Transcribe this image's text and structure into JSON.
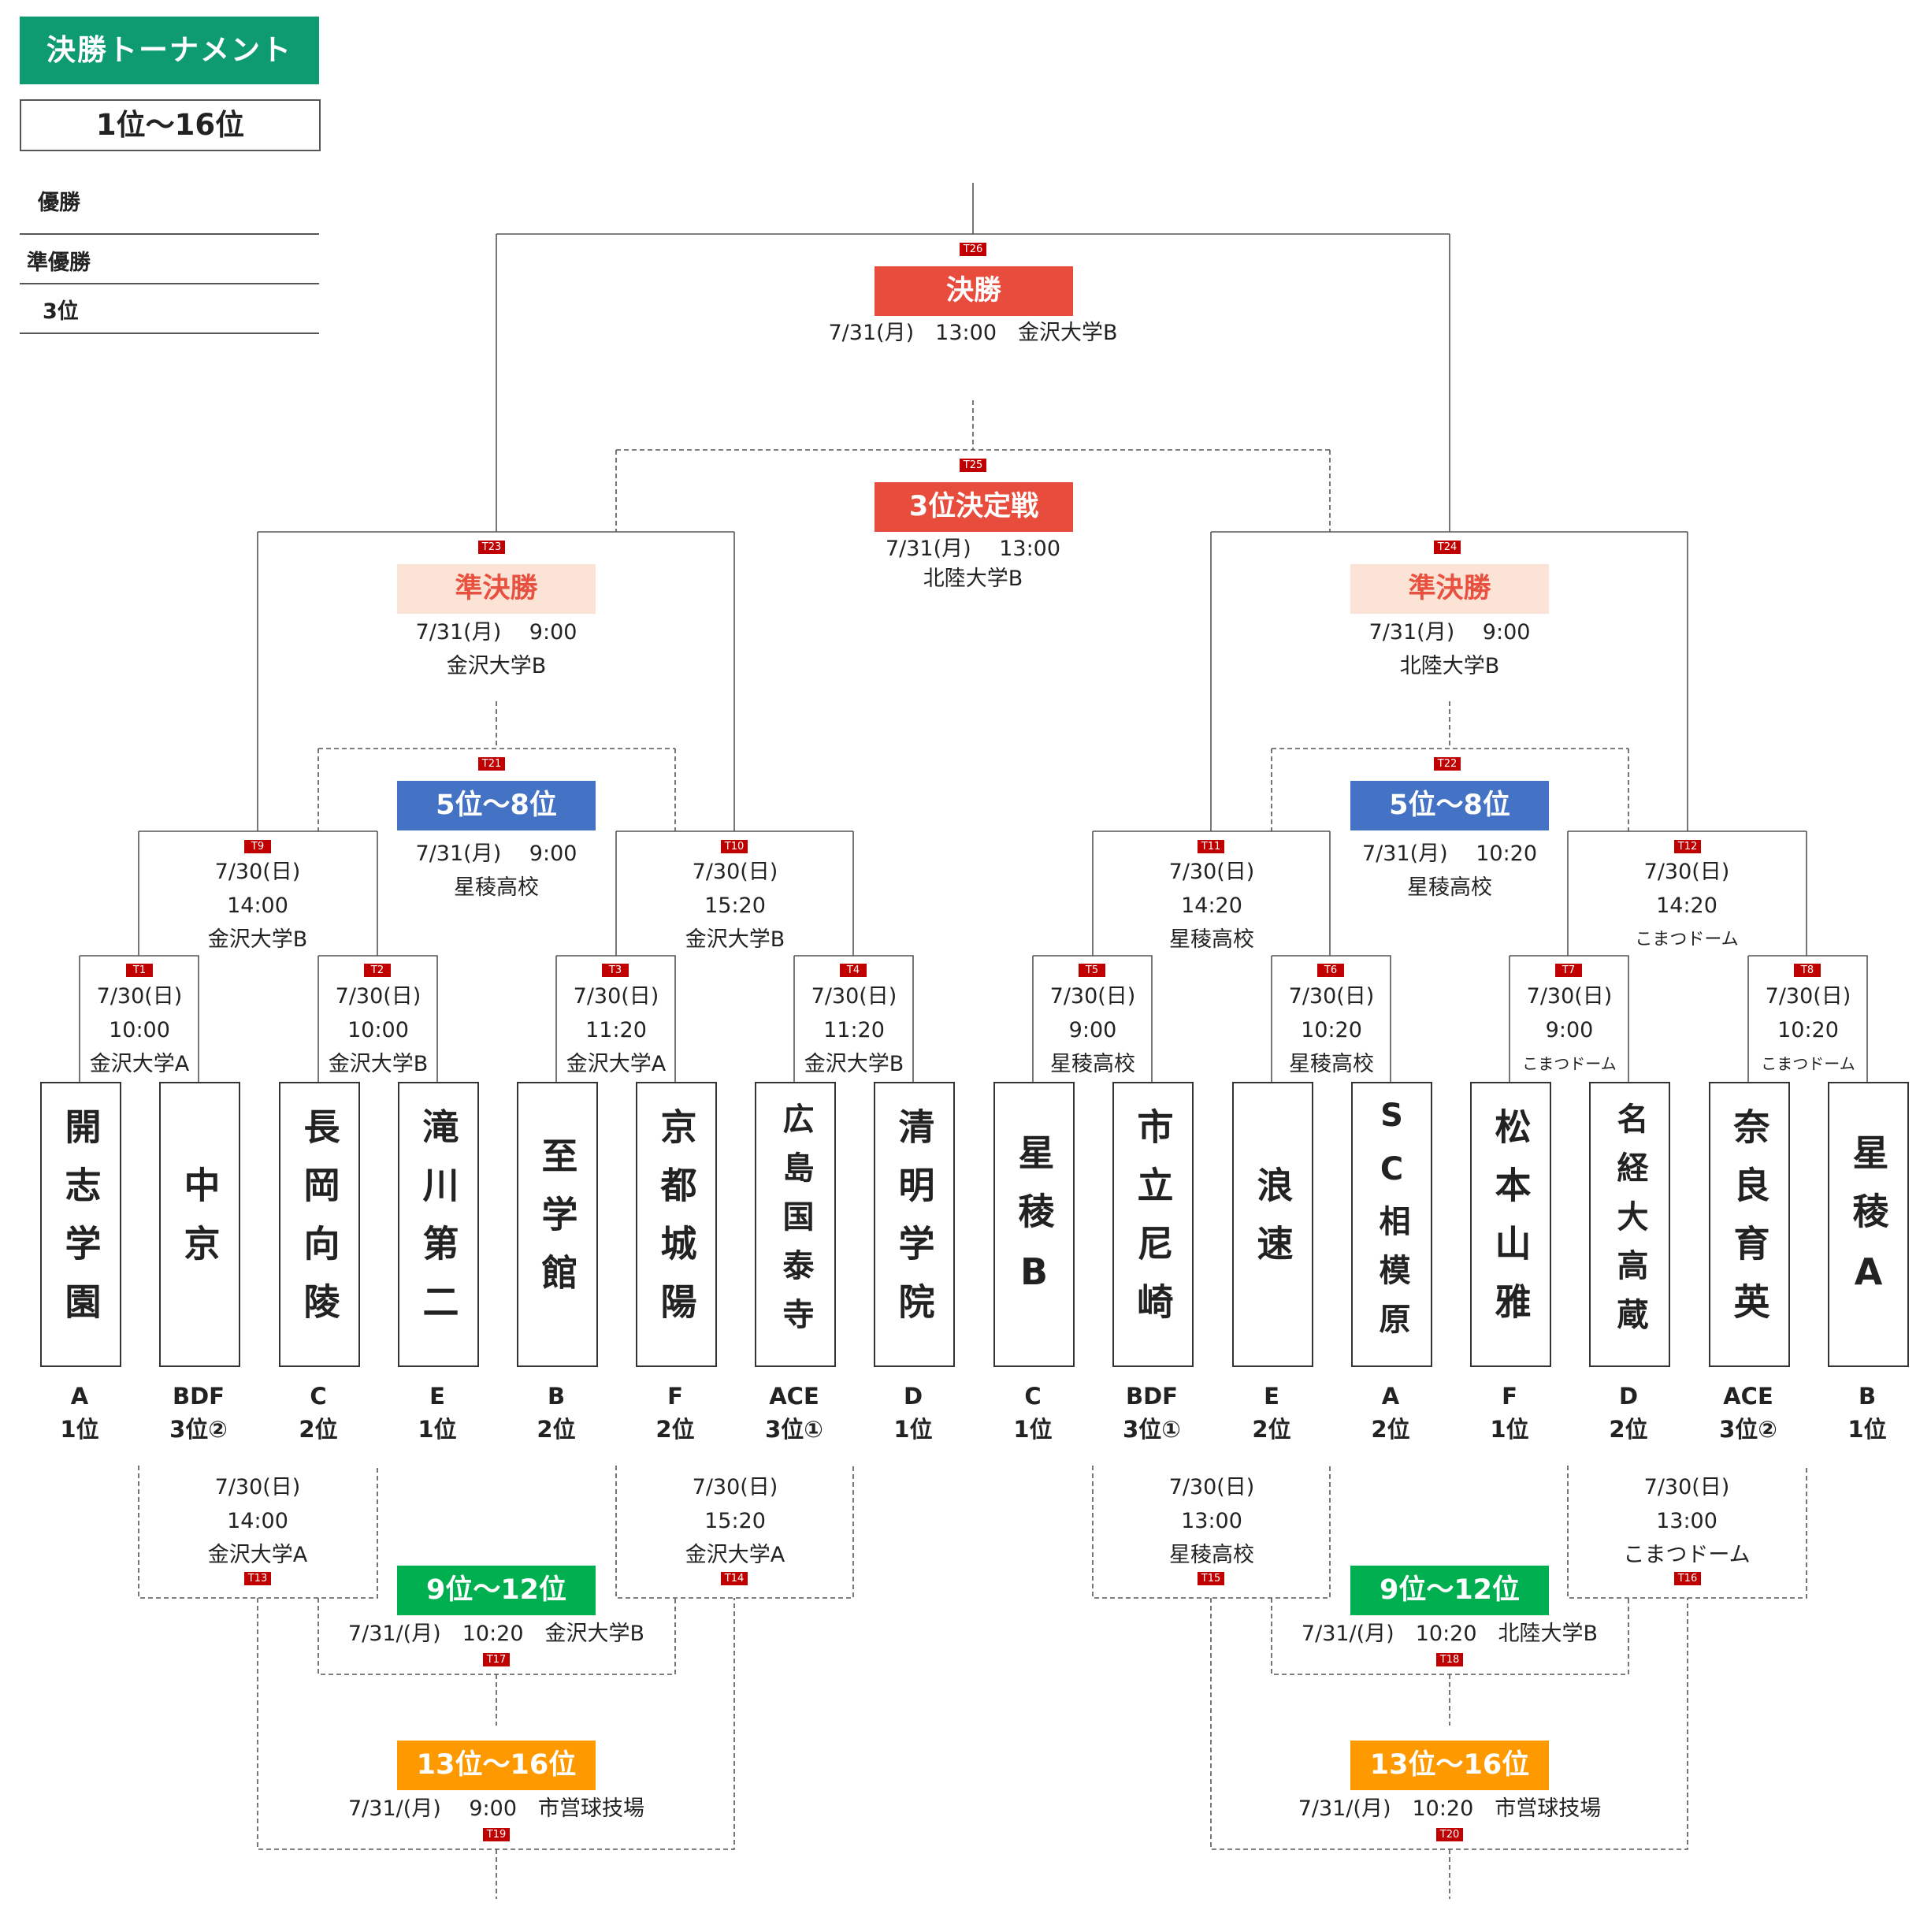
{
  "header": {
    "title": "決勝トーナメント",
    "range": "1位〜16位"
  },
  "results": {
    "first": "優勝",
    "second": "準優勝",
    "third": "3位"
  },
  "colors": {
    "final": "#e84c3d",
    "semifinal_bg": "#fbe3d6",
    "fifth": "#4472c4",
    "ninth": "#00b050",
    "thirteenth": "#ff9900",
    "tag": "#c00000",
    "header": "#0f9b72"
  },
  "teams": [
    {
      "name": "開志学園",
      "seed_group": "A",
      "seed_rank": "1位"
    },
    {
      "name": "中京",
      "seed_group": "BDF",
      "seed_rank": "3位②"
    },
    {
      "name": "長岡向陵",
      "seed_group": "C",
      "seed_rank": "2位"
    },
    {
      "name": "滝川第二",
      "seed_group": "E",
      "seed_rank": "1位"
    },
    {
      "name": "至学館",
      "seed_group": "B",
      "seed_rank": "2位"
    },
    {
      "name": "京都城陽",
      "seed_group": "F",
      "seed_rank": "2位"
    },
    {
      "name": "広島国泰寺",
      "seed_group": "ACE",
      "seed_rank": "3位①"
    },
    {
      "name": "清明学院",
      "seed_group": "D",
      "seed_rank": "1位"
    },
    {
      "name": "星稜B",
      "seed_group": "C",
      "seed_rank": "1位"
    },
    {
      "name": "市立尼崎",
      "seed_group": "BDF",
      "seed_rank": "3位①"
    },
    {
      "name": "浪速",
      "seed_group": "E",
      "seed_rank": "2位"
    },
    {
      "name": "SC相模原",
      "seed_group": "A",
      "seed_rank": "2位"
    },
    {
      "name": "松本山雅",
      "seed_group": "F",
      "seed_rank": "1位"
    },
    {
      "name": "名経大高蔵",
      "seed_group": "D",
      "seed_rank": "2位"
    },
    {
      "name": "奈良育英",
      "seed_group": "ACE",
      "seed_rank": "3位②"
    },
    {
      "name": "星稜A",
      "seed_group": "B",
      "seed_rank": "1位"
    }
  ],
  "round1": [
    {
      "id": "T1",
      "date": "7/30(日)",
      "time": "10:00",
      "venue": "金沢大学A"
    },
    {
      "id": "T2",
      "date": "7/30(日)",
      "time": "10:00",
      "venue": "金沢大学B"
    },
    {
      "id": "T3",
      "date": "7/30(日)",
      "time": "11:20",
      "venue": "金沢大学A"
    },
    {
      "id": "T4",
      "date": "7/30(日)",
      "time": "11:20",
      "venue": "金沢大学B"
    },
    {
      "id": "T5",
      "date": "7/30(日)",
      "time": "9:00",
      "venue": "星稜高校"
    },
    {
      "id": "T6",
      "date": "7/30(日)",
      "time": "10:20",
      "venue": "星稜高校"
    },
    {
      "id": "T7",
      "date": "7/30(日)",
      "time": "9:00",
      "venue": "こまつドーム"
    },
    {
      "id": "T8",
      "date": "7/30(日)",
      "time": "10:20",
      "venue": "こまつドーム"
    }
  ],
  "quarterfinals": [
    {
      "id": "T9",
      "date": "7/30(日)",
      "time": "14:00",
      "venue": "金沢大学B"
    },
    {
      "id": "T10",
      "date": "7/30(日)",
      "time": "15:20",
      "venue": "金沢大学B"
    },
    {
      "id": "T11",
      "date": "7/30(日)",
      "time": "14:20",
      "venue": "星稜高校"
    },
    {
      "id": "T12",
      "date": "7/30(日)",
      "time": "14:20",
      "venue": "こまつドーム"
    }
  ],
  "consolation1": [
    {
      "id": "T13",
      "date": "7/30(日)",
      "time": "14:00",
      "venue": "金沢大学A"
    },
    {
      "id": "T14",
      "date": "7/30(日)",
      "time": "15:20",
      "venue": "金沢大学A"
    },
    {
      "id": "T15",
      "date": "7/30(日)",
      "time": "13:00",
      "venue": "星稜高校"
    },
    {
      "id": "T16",
      "date": "7/30(日)",
      "time": "13:00",
      "venue": "こまつドーム"
    }
  ],
  "semifinals": [
    {
      "id": "T23",
      "label": "準決勝",
      "datetime": "7/31(月)　 9:00",
      "venue": "金沢大学B"
    },
    {
      "id": "T24",
      "label": "準決勝",
      "datetime": "7/31(月)　 9:00",
      "venue": "北陸大学B"
    }
  ],
  "fifth_place": [
    {
      "id": "T21",
      "label": "5位〜8位",
      "datetime": "7/31(月)　 9:00",
      "venue": "星稜高校"
    },
    {
      "id": "T22",
      "label": "5位〜8位",
      "datetime": "7/31(月)　 10:20",
      "venue": "星稜高校"
    }
  ],
  "ninth_place": [
    {
      "id": "T17",
      "label": "9位〜12位",
      "info": "7/31/(月)　10:20　金沢大学B"
    },
    {
      "id": "T18",
      "label": "9位〜12位",
      "info": "7/31/(月)　10:20　北陸大学B"
    }
  ],
  "thirteenth_place": [
    {
      "id": "T19",
      "label": "13位〜16位",
      "info": "7/31/(月)　 9:00　市営球技場"
    },
    {
      "id": "T20",
      "label": "13位〜16位",
      "info": "7/31/(月)　10:20　市営球技場"
    }
  ],
  "final": {
    "id": "T26",
    "label": "決勝",
    "info": "7/31(月)　13:00　金沢大学B"
  },
  "third_place": {
    "id": "T25",
    "label": "3位決定戦",
    "datetime": "7/31(月)　 13:00",
    "venue": "北陸大学B"
  }
}
